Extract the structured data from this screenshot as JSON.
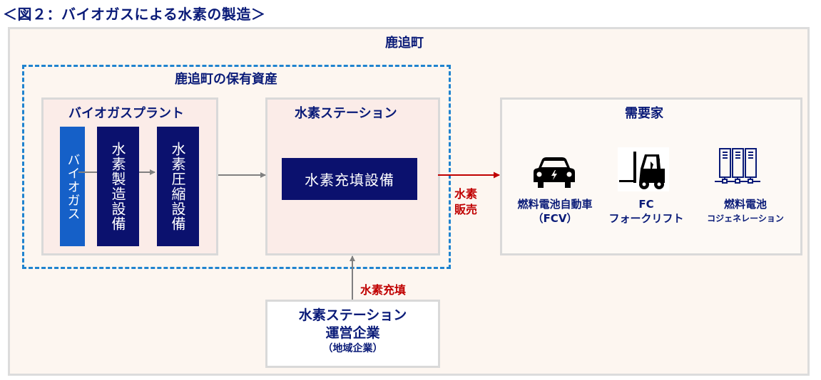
{
  "figure_title": "＜図２：バイオガスによる水素の製造＞",
  "town": {
    "title": "鹿追町",
    "assets": {
      "title": "鹿追町の保有資産",
      "biogas_plant": {
        "title": "バイオガスプラント",
        "items": [
          "バイオガス",
          "水素製造設備",
          "水素圧縮設備"
        ]
      },
      "hydrogen_station": {
        "title": "水素ステーション",
        "equipment": "水素充填設備"
      }
    },
    "demand": {
      "title": "需要家",
      "customers": [
        {
          "icon": "car-icon",
          "line1": "燃料電池自動車",
          "line2": "（FCV）"
        },
        {
          "icon": "forklift-icon",
          "line1": "FC",
          "line2": "フォークリフト"
        },
        {
          "icon": "fuel-cell-icon",
          "line1": "燃料電池",
          "line2": "コジェネレーション"
        }
      ]
    },
    "flows": {
      "sale_label": "水素\n販売",
      "fill_label": "水素充填"
    },
    "operator": {
      "line1": "水素ステーション",
      "line2": "運営企業",
      "line3": "（地域企業）"
    }
  },
  "colors": {
    "navy": "#0b116e",
    "biogas_blue": "#1560c8",
    "dashed_border": "#1f83cf",
    "red": "#c00000",
    "arrow_gray": "#808080"
  }
}
